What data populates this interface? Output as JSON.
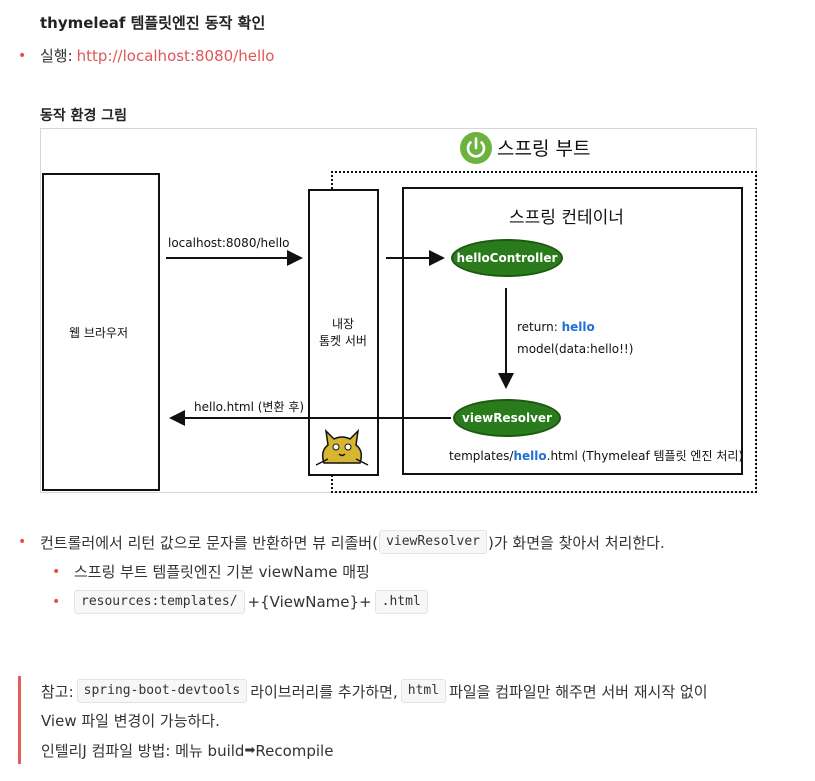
{
  "heading": "thymeleaf 템플릿엔진 동작 확인",
  "run": {
    "label": "실행: ",
    "url": "http://localhost:8080/hello"
  },
  "diagram_title": "동작 환경 그림",
  "diagram": {
    "spring_boot": "스프링 부트",
    "container": "스프링 컨테이너",
    "browser": "웹 브라우저",
    "tomcat_line1": "내장",
    "tomcat_line2": "톰켓 서버",
    "request": "localhost:8080/hello",
    "response": "hello.html (변환 후)",
    "controller": "helloController",
    "return_prefix": "return: ",
    "return_value": "hello",
    "model": "model(data:hello!!)",
    "resolver": "viewResolver",
    "templates_prefix": "templates/",
    "templates_hello": "hello",
    "templates_suffix": ".html (Thymeleaf 템플릿 엔진 처리)",
    "colors": {
      "bean_green": "#2a7b1c",
      "hello_blue": "#1f6fd6",
      "power_green": "#6cb33e"
    }
  },
  "bullet1": {
    "pre": "컨트롤러에서 리턴 값으로 문자를 반환하면 뷰 리졸버(",
    "code": "viewResolver",
    "post": ")가 화면을 찾아서 처리한다."
  },
  "sub1": "스프링 부트 템플릿엔진 기본 viewName 매핑",
  "sub2": {
    "code1": "resources:templates/",
    "mid": "+{ViewName}+",
    "code2": ".html"
  },
  "note": {
    "pre": "참고: ",
    "code1": "spring-boot-devtools",
    "mid": "라이브러리를 추가하면,",
    "code2": "html",
    "post": "파일을 컴파일만 해주면 서버 재시작 없이",
    "line2": "View 파일 변경이 가능하다.",
    "line3_pre": "인텔리J 컴파일 방법: 메뉴 build ",
    "arrow": "➡",
    "line3_post": " Recompile"
  }
}
